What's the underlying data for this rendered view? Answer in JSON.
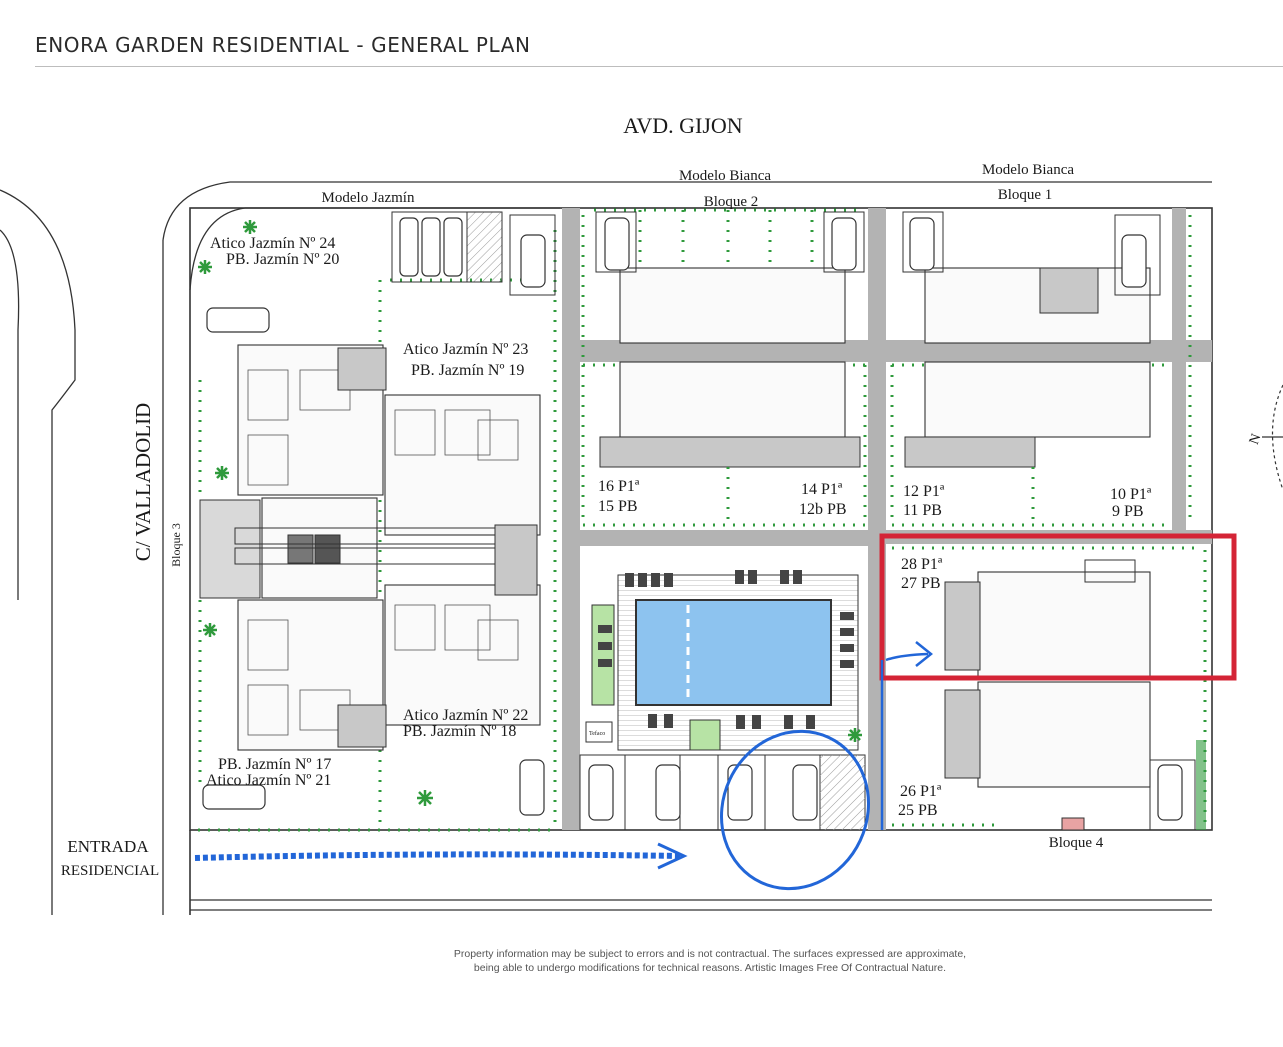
{
  "header": {
    "title": "ENORA GARDEN RESIDENTIAL - GENERAL PLAN"
  },
  "streets": {
    "top": "AVD. GIJON",
    "left": "C/ VALLADOLID"
  },
  "entrance": {
    "line1": "ENTRADA",
    "line2": "RESIDENCIAL"
  },
  "blocks": {
    "jazmin_model": "Modelo Jazmín",
    "bloque3": "Bloque 3",
    "bianca_model_2": "Modelo Bianca",
    "bloque2": "Bloque 2",
    "bianca_model_1": "Modelo Bianca",
    "bloque1": "Bloque 1",
    "bloque4": "Bloque 4"
  },
  "units": {
    "u24_20_a": "Atico Jazmín Nº 24",
    "u24_20_b": "PB. Jazmín Nº 20",
    "u23_19_a": "Atico Jazmín Nº 23",
    "u23_19_b": "PB. Jazmín Nº 19",
    "u22_18_a": "Atico Jazmín Nº 22",
    "u22_18_b": "PB. Jazmín Nº 18",
    "u17_21_a": "PB. Jazmín Nº 17",
    "u17_21_b": "Atico Jazmín Nº 21",
    "u16_15_a": "16 P1ª",
    "u16_15_b": "15 PB",
    "u14_12b_a": "14 P1ª",
    "u14_12b_b": "12b PB",
    "u12_11_a": "12 P1ª",
    "u12_11_b": "11 PB",
    "u10_9_a": "10 P1ª",
    "u10_9_b": "9 PB",
    "u28_27_a": "28 P1ª",
    "u28_27_b": "27 PB",
    "u26_25_a": "26 P1ª",
    "u26_25_b": "25 PB"
  },
  "amenities": {
    "pool_room": "Tefaco"
  },
  "compass": {
    "north": "N"
  },
  "colors": {
    "highlight": "#d42436",
    "annotation": "#2266d8",
    "pool": "#8dc3ef",
    "hedge": "#2f9a3c"
  },
  "footer": {
    "line1": "Property information may be subject to errors and is not contractual. The surfaces expressed are approximate,",
    "line2": "being able to undergo modifications for technical reasons. Artistic Images Free Of Contractual Nature."
  }
}
